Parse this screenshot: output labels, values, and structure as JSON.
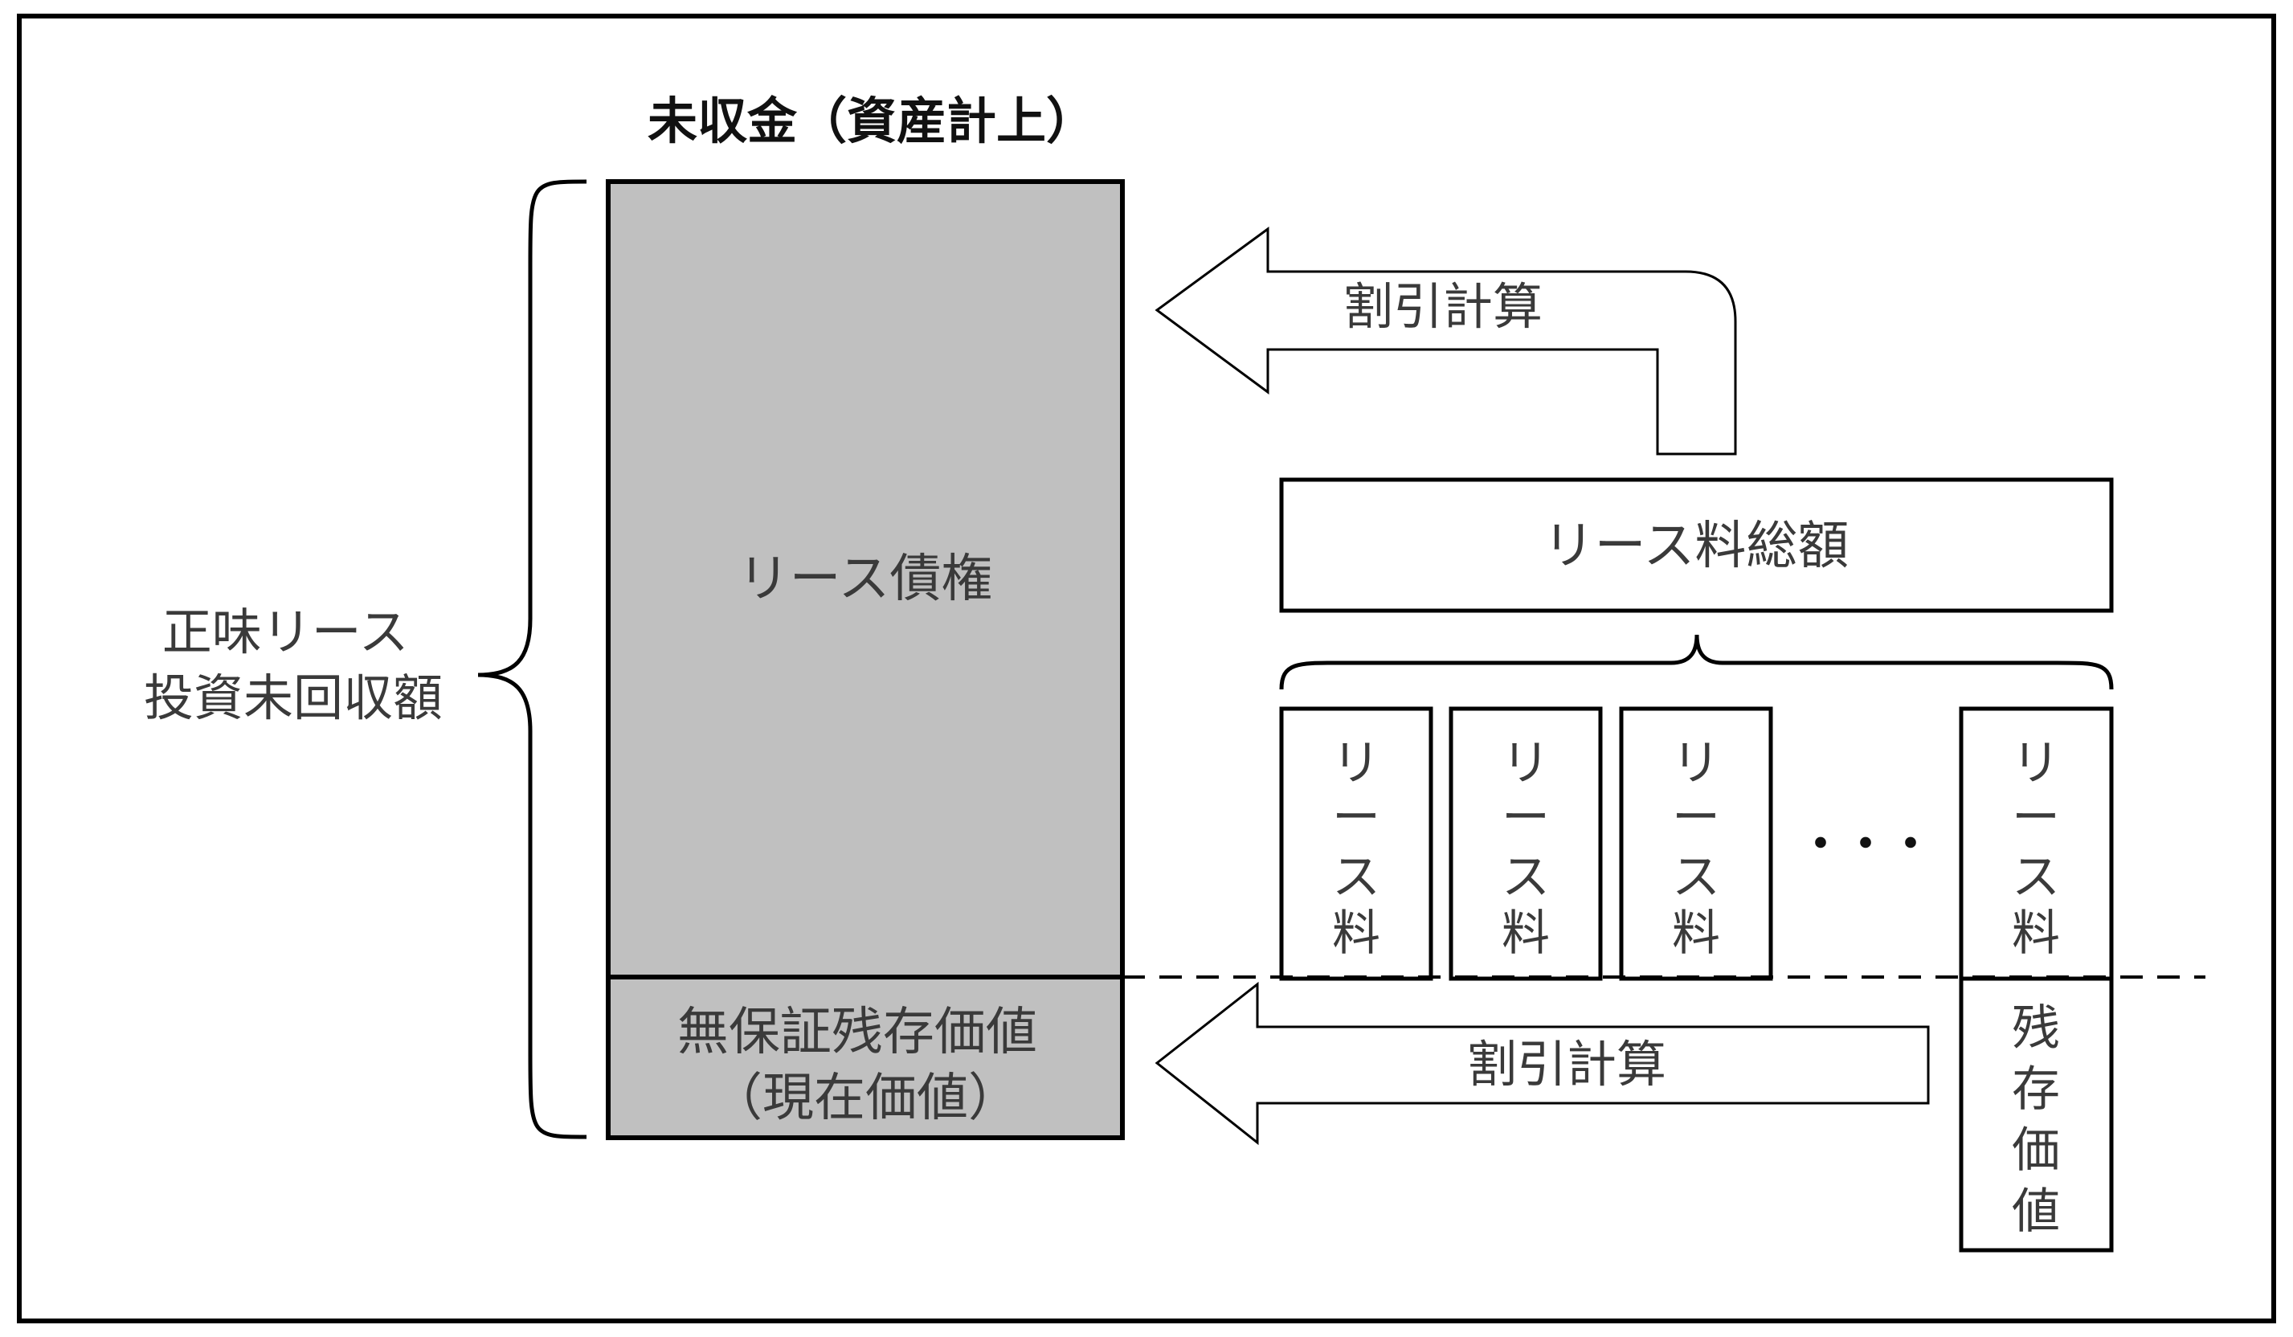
{
  "colors": {
    "frame": "#000000",
    "asset_fill": "#c0c0c0",
    "text": "#3a3a3a",
    "title_text": "#111111"
  },
  "asset_title": "未収金（資産計上）",
  "net_investment_label": [
    "正味リース",
    "投資未回収額"
  ],
  "lease_receivable_label": "リース債権",
  "unguaranteed_residual_label": [
    "無保証残存価値",
    "（現在価値）"
  ],
  "discount_top_label": "割引計算",
  "discount_bottom_label": "割引計算",
  "total_lease_payments_label": "リース料総額",
  "lease_payment_columns": [
    [
      "リ",
      "ー",
      "ス",
      "料"
    ],
    [
      "リ",
      "ー",
      "ス",
      "料"
    ],
    [
      "リ",
      "ー",
      "ス",
      "料"
    ],
    [
      "リ",
      "ー",
      "ス",
      "料"
    ]
  ],
  "ellipsis": "・・・",
  "residual_value_column": [
    "残",
    "存",
    "価",
    "値"
  ]
}
